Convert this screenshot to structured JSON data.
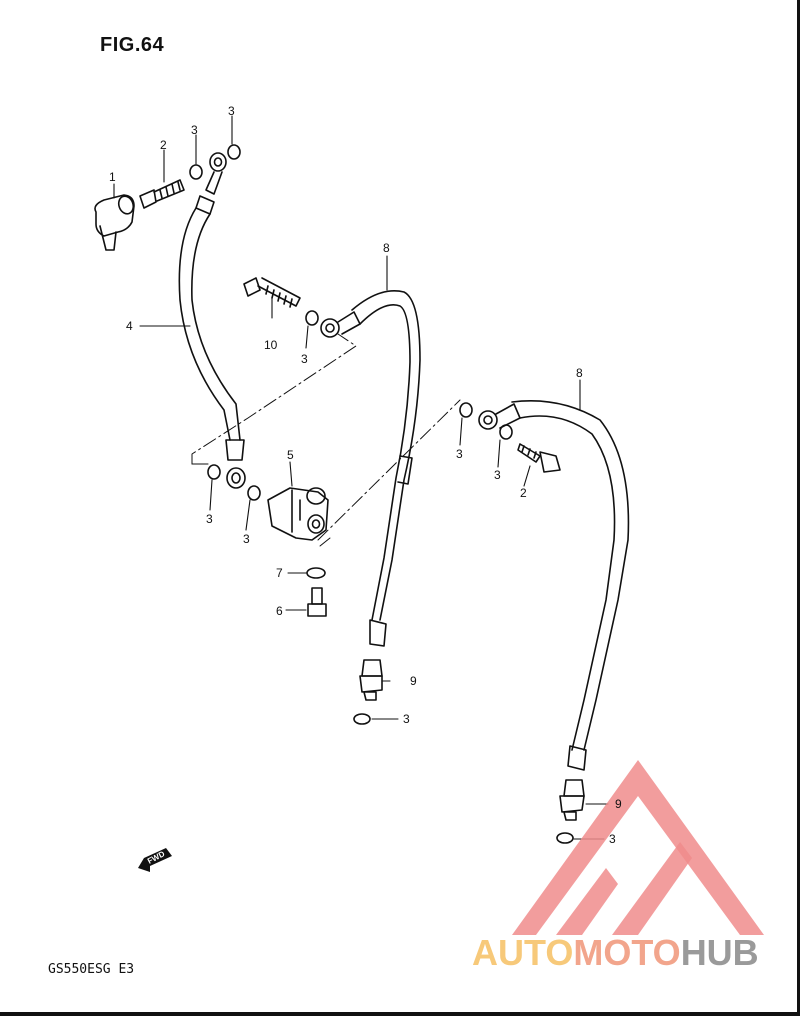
{
  "figure": {
    "title": "FIG.64"
  },
  "model_code": "GS550ESG  E3",
  "fwd_label": "FWD",
  "watermark": {
    "word_parts": [
      "AUTO",
      "MOTO",
      "HUB"
    ],
    "colors": {
      "auto": "#f7c97a",
      "moto": "#f2a58c",
      "hub": "#9a9a9a",
      "triangle": "#f08c8c"
    }
  },
  "callouts": {
    "c1": "1",
    "c2a": "2",
    "c3a": "3",
    "c3b": "3",
    "c4": "4",
    "c10": "10",
    "c3c": "3",
    "c8a": "8",
    "c8b": "8",
    "c3d": "3",
    "c3e": "3",
    "c2b": "2",
    "c5": "5",
    "c3f": "3",
    "c3g": "3",
    "c7": "7",
    "c6": "6",
    "c9a": "9",
    "c3h": "3",
    "c9b": "9",
    "c3i": "3"
  }
}
